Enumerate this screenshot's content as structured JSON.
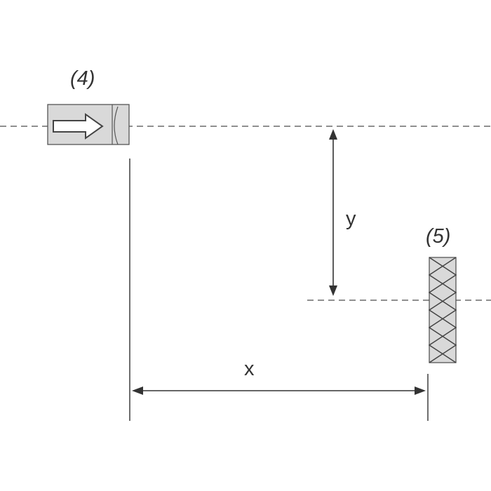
{
  "labels": {
    "component_4": "(4)",
    "component_5": "(5)",
    "dim_x": "x",
    "dim_y": "y"
  },
  "colors": {
    "line": "#4a4a4a",
    "dash": "#6a6a6a",
    "box_fill": "#d9d9d9",
    "box_stroke": "#555555",
    "text": "#333333"
  },
  "icons": {
    "emitter": "arrow-right-in-box-icon",
    "receiver": "zigzag-hatched-block-icon",
    "dimension_arrow": "double-headed-arrow-icon"
  }
}
